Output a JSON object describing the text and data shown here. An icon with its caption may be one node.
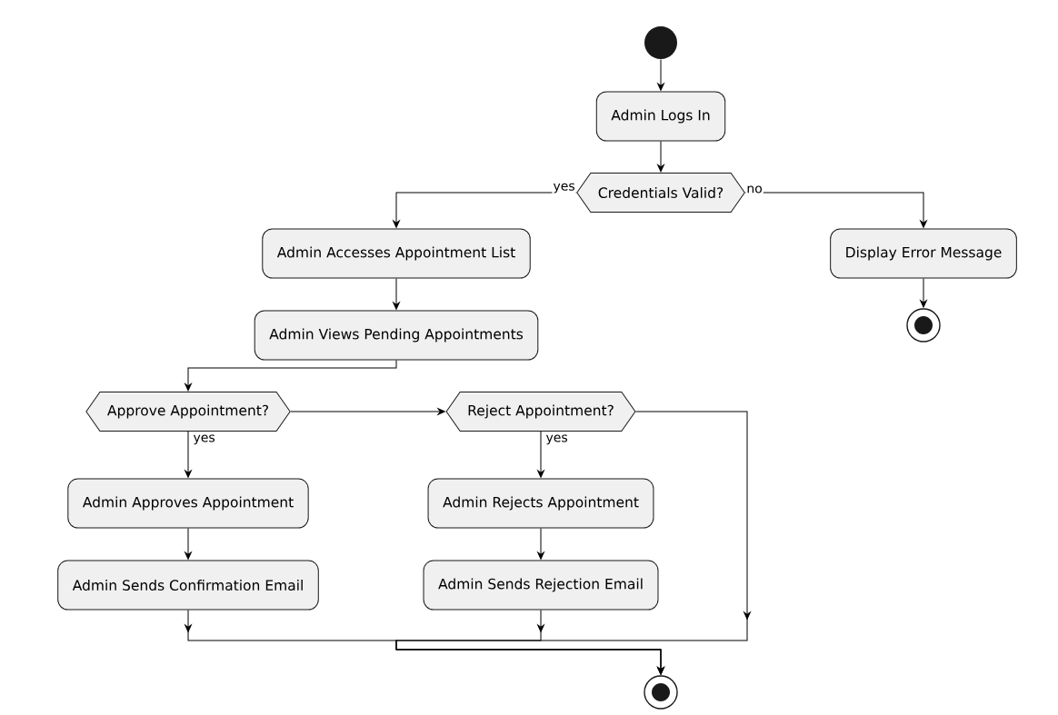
{
  "diagram": {
    "nodes": [
      {
        "text": [],
        "shape": "circle"
      },
      {
        "text": [
          "Admin Logs In"
        ]
      },
      {
        "text": [
          "Credentials Valid?"
        ]
      },
      {
        "text": [
          "Admin Accesses Appointment List"
        ]
      },
      {
        "text": [
          "Display Error Message"
        ]
      },
      {
        "text": [],
        "shape": "circle"
      },
      {
        "text": [
          "Admin Views Pending Appointments"
        ]
      },
      {
        "text": [
          "Approve Appointment?"
        ]
      },
      {
        "text": [
          "Reject Appointment?"
        ]
      },
      {
        "text": [
          "Admin Approves Appointment"
        ]
      },
      {
        "text": [
          "Admin Sends Confirmation Email"
        ]
      },
      {
        "text": [
          "Admin Rejects Appointment"
        ]
      },
      {
        "text": [
          "Admin Sends Rejection Email"
        ]
      },
      {
        "text": [],
        "shape": "circle"
      }
    ],
    "edges": [
      {
        "from": 0,
        "to": 1,
        "arrow": "to"
      },
      {
        "from": 1,
        "to": 2,
        "arrow": "to"
      },
      {
        "from": 2,
        "to": 3,
        "arrow": "to",
        "label": "yes"
      },
      {
        "from": 2,
        "to": 4,
        "arrow": "to",
        "label": "no"
      },
      {
        "from": 3,
        "to": 6,
        "arrow": "to"
      },
      {
        "from": 4,
        "to": 5,
        "arrow": "to"
      },
      {
        "from": 6,
        "to": 7,
        "arrow": "to"
      },
      {
        "from": 7,
        "to": 8,
        "arrow": "to"
      },
      {
        "from": 7,
        "to": 9,
        "arrow": "to",
        "label": "yes"
      },
      {
        "from": 8,
        "to": 11,
        "arrow": "to",
        "label": "yes"
      },
      {
        "from": 9,
        "to": 10,
        "arrow": "to"
      },
      {
        "from": 11,
        "to": 12,
        "arrow": "to"
      },
      {
        "from": 10,
        "to": 13,
        "arrow": "to"
      },
      {
        "from": 12,
        "to": 13,
        "arrow": "to"
      },
      {
        "from": 8,
        "to": 13,
        "arrow": "to"
      }
    ]
  }
}
